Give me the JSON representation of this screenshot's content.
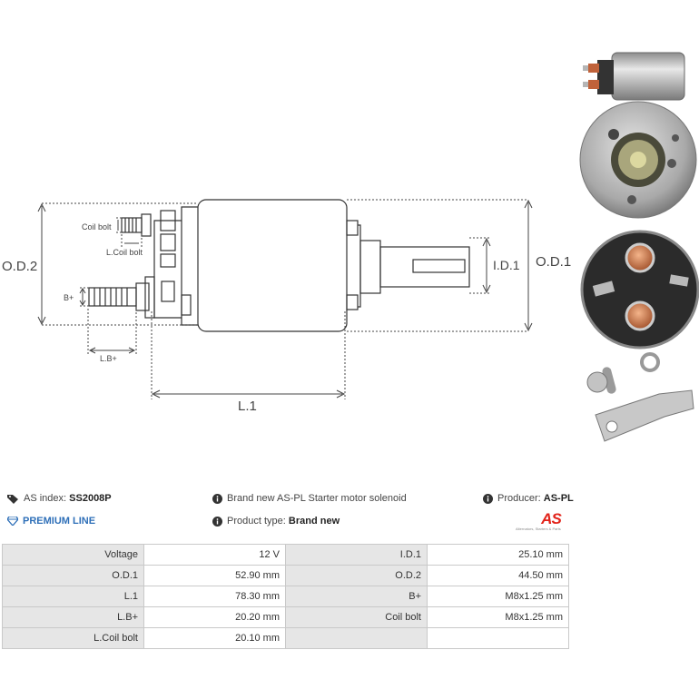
{
  "diagram": {
    "labels": {
      "od2": "O.D.2",
      "od1": "O.D.1",
      "id1": "I.D.1",
      "l1": "L.1",
      "lbplus": "L.B+",
      "coil_bolt": "Coil bolt",
      "l_coil_bolt": "L.Coil bolt",
      "bplus": "B+"
    }
  },
  "photos": [
    {
      "name": "side-view"
    },
    {
      "name": "front-view"
    },
    {
      "name": "terminal-view"
    },
    {
      "name": "accessories"
    }
  ],
  "info": {
    "as_index_label": "AS index:",
    "as_index_value": "SS2008P",
    "premium_line": "PREMIUM LINE",
    "description": "Brand new AS-PL Starter motor solenoid",
    "product_type_label": "Product type:",
    "product_type_value": "Brand new",
    "producer_label": "Producer:",
    "producer_value": "AS-PL",
    "logo_text": "AS",
    "logo_subtext": "Alternators, Starters & Parts",
    "brand_color": "#e2231a",
    "premium_color": "#2e6fb8"
  },
  "specs": [
    {
      "label1": "Voltage",
      "value1": "12 V",
      "label2": "I.D.1",
      "value2": "25.10 mm"
    },
    {
      "label1": "O.D.1",
      "value1": "52.90 mm",
      "label2": "O.D.2",
      "value2": "44.50 mm"
    },
    {
      "label1": "L.1",
      "value1": "78.30 mm",
      "label2": "B+",
      "value2": "M8x1.25 mm"
    },
    {
      "label1": "L.B+",
      "value1": "20.20 mm",
      "label2": "Coil bolt",
      "value2": "M8x1.25 mm"
    },
    {
      "label1": "L.Coil bolt",
      "value1": "20.10 mm",
      "label2": "",
      "value2": ""
    }
  ]
}
